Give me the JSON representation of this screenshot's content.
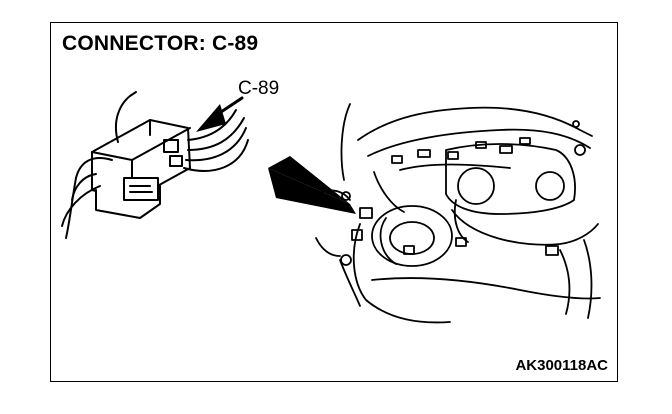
{
  "title": "CONNECTOR: C-89",
  "callout_label": "C-89",
  "figure_code": "AK300118AC"
}
